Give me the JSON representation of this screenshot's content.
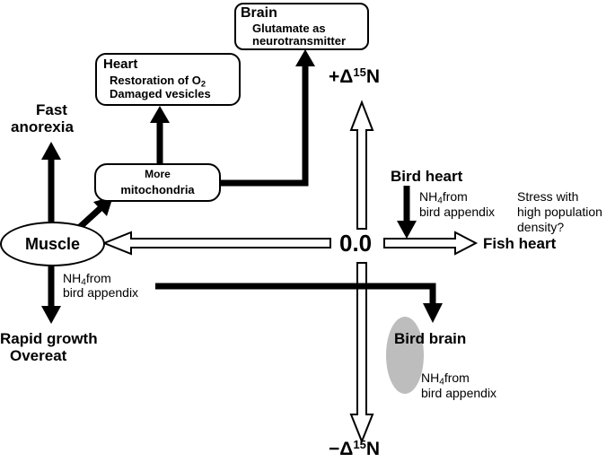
{
  "nodes": {
    "brain": {
      "title": "Brain",
      "line1": "Glutamate as",
      "line2": "neurotransmitter"
    },
    "heart": {
      "title": "Heart",
      "line1_pre": "Restoration of O",
      "line1_sub": "2",
      "line2": "Damaged vesicles"
    },
    "mitochondria": {
      "line1": "More",
      "line2": "mitochondria"
    },
    "muscle": {
      "label": "Muscle"
    },
    "fast_anorexia": {
      "line1": "Fast",
      "line2": "anorexia"
    },
    "rapid_growth": {
      "line1": "Rapid growth",
      "line2": "Overeat"
    },
    "bird_heart": {
      "label": "Bird heart"
    },
    "fish_heart": {
      "label": "Fish heart"
    },
    "bird_brain": {
      "label": "Bird brain"
    },
    "stress": {
      "line1": "Stress with",
      "line2": "high population",
      "line3": "density?"
    }
  },
  "ammonium_notes": {
    "formula_pre": "NH",
    "formula_sub": "4",
    "formula_post": "from",
    "line2": "bird appendix"
  },
  "axis": {
    "origin": "0.0",
    "top_prefix": "+Δ",
    "bottom_prefix": "−Δ",
    "iso_mass": "15",
    "iso_element": "N"
  },
  "colors": {
    "ink": "#000000",
    "background": "#ffffff",
    "bird_brain_ellipse": "#bdbdbd"
  }
}
